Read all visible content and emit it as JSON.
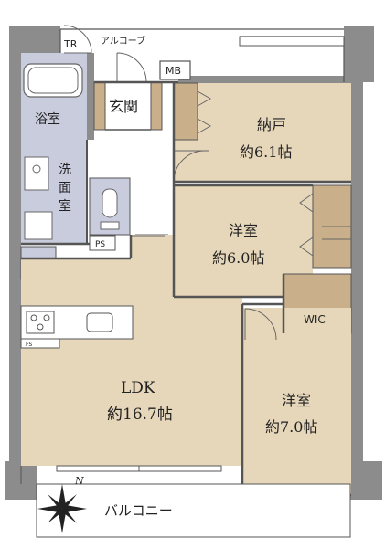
{
  "colors": {
    "wall": "#8c8c8c",
    "wall_dark": "#6e6e6e",
    "room": "#e7d7ba",
    "wet": "#c9ccdd",
    "storage": "#c9b08a",
    "hall": "#ffffff",
    "counter": "#ffffff",
    "line": "#555555"
  },
  "labels": {
    "tr": "TR",
    "alcove": "アルコーブ",
    "mb": "MB",
    "entrance": "玄関",
    "storage_room": "納戸",
    "storage_room_size": "約6.1帖",
    "bathroom": "浴室",
    "washroom_1": "洗",
    "washroom_2": "面",
    "washroom_3": "室",
    "ps": "PS",
    "western1": "洋室",
    "western1_size": "約6.0帖",
    "wic": "WIC",
    "ldk": "LDK",
    "ldk_size": "約16.7帖",
    "western2": "洋室",
    "western2_size": "約7.0帖",
    "balcony": "バルコニー",
    "north": "N",
    "fs": "FS"
  }
}
